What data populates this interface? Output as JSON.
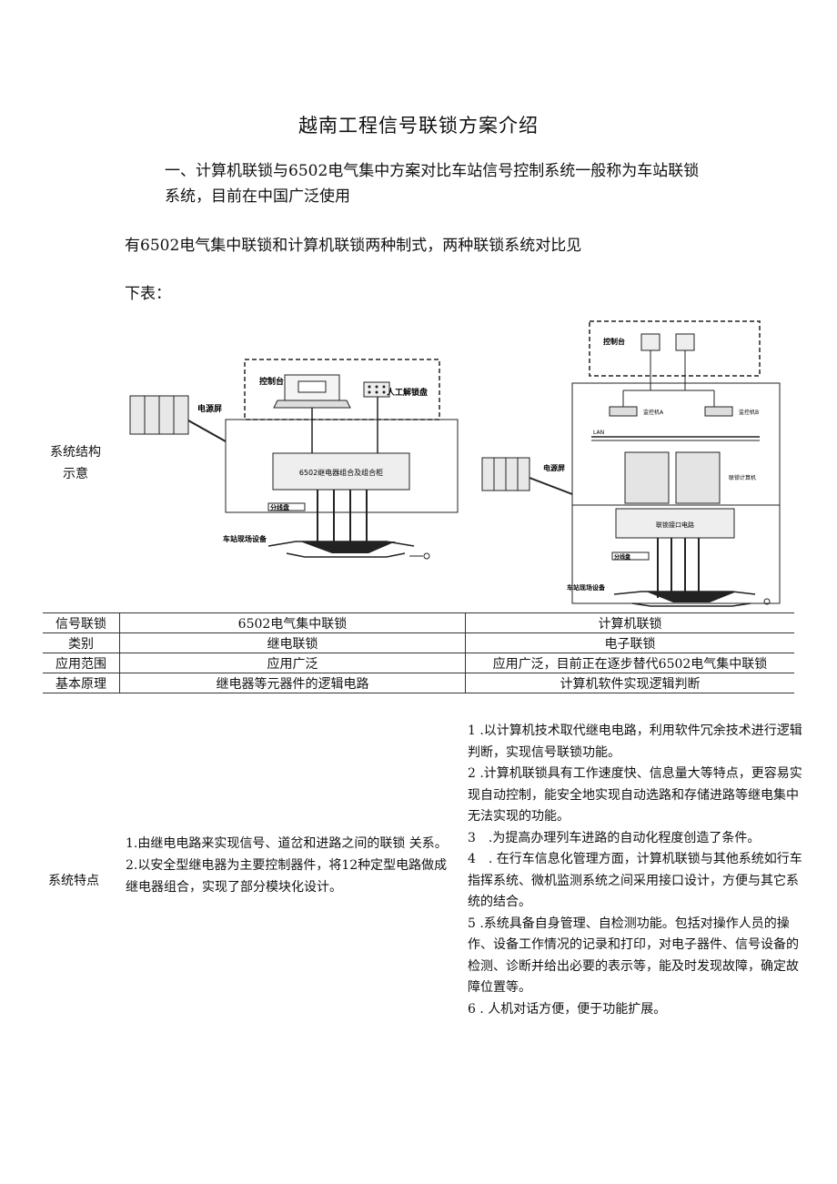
{
  "document": {
    "title": "越南工程信号联锁方案介绍",
    "heading_line1": "一、计算机联锁与6502电气集中方案对比车站信号控制系统一般称为车站联锁",
    "heading_line2": "系统，目前在中国广泛使用",
    "para2": "有6502电气集中联锁和计算机联锁两种制式，两种联锁系统对比见",
    "para3": "下表："
  },
  "diagram_left": {
    "control_desk": "控制台",
    "manual_unlock": "人工解锁盘",
    "power_screen": "电源屏",
    "relay_group": "6502继电器组合及组合柜",
    "distribution": "分线盘",
    "field_equipment": "车站现场设备"
  },
  "diagram_right": {
    "control_desk": "控制台",
    "monitor1": "监控机A",
    "monitor2": "监控机B",
    "lan": "LAN",
    "power_screen": "电源屏",
    "interlock_computer": "联锁计算机",
    "interface_circuit": "联锁接口电路",
    "distribution": "分线盘",
    "field_equipment": "车站现场设备"
  },
  "structure_label_line1": "系统结构",
  "structure_label_line2": "示意",
  "table": {
    "rows": [
      [
        "信号联锁",
        "6502电气集中联锁",
        "计算机联锁"
      ],
      [
        "类别",
        "继电联锁",
        "电子联锁"
      ],
      [
        "应用范围",
        "应用广泛",
        "应用广泛，目前正在逐步替代6502电气集中联锁"
      ],
      [
        "基本原理",
        "继电器等元器件的逻辑电路",
        "计算机软件实现逻辑判断"
      ]
    ]
  },
  "features": {
    "label": "系统特点",
    "left": [
      "1.由继电电路来实现信号、道岔和进路之间的联锁 关系。",
      "2.以安全型继电器为主要控制器件，将12种定型电路做成继电器组合，实现了部分模块化设计。"
    ],
    "right": [
      "1 .以计算机技术取代继电电路，利用软件冗余技术进行逻辑判断，实现信号联锁功能。",
      "2 .计算机联锁具有工作速度快、信息量大等特点，更容易实现自动控制，能安全地实现自动选路和存储进路等继电集中无法实现的功能。",
      "3　.为提高办理列车进路的自动化程度创造了条件。",
      "4　. 在行车信息化管理方面，计算机联锁与其他系统如行车指挥系统、微机监测系统之间采用接口设计，方便与其它系统的结合。",
      "5 .系统具备自身管理、自检测功能。包括对操作人员的操作、设备工作情况的记录和打印，对电子器件、信号设备的检测、诊断并给出必要的表示等，能及时发现故障，确定故障位置等。",
      "6 . 人机对话方便，便于功能扩展。"
    ]
  }
}
